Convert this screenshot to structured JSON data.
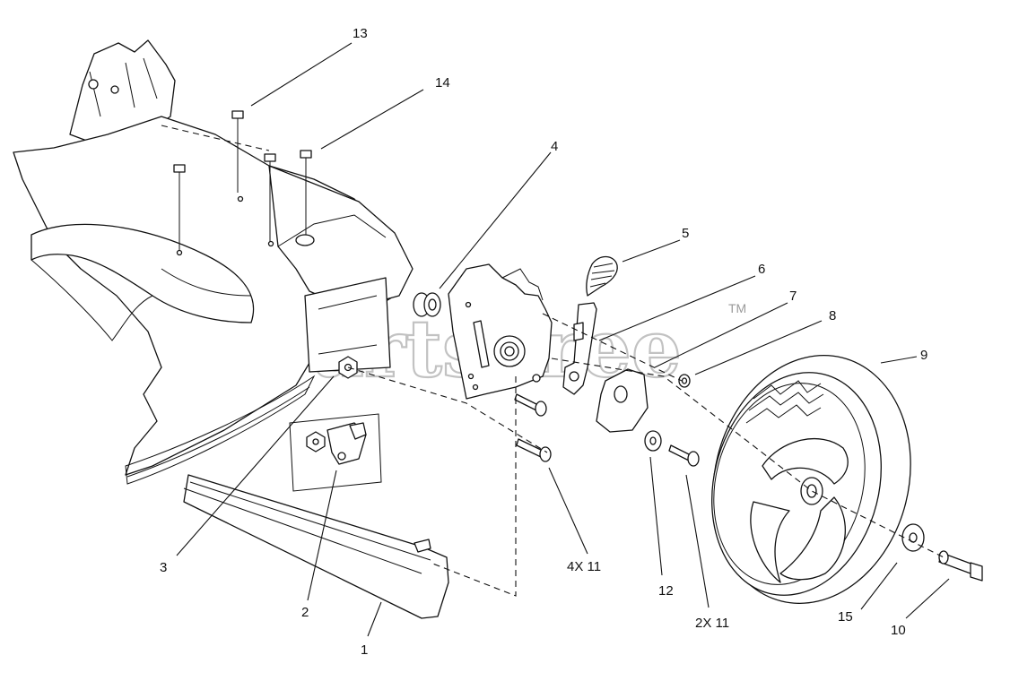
{
  "watermark": {
    "text": "PartsTree",
    "trademark": "TM"
  },
  "callouts": [
    {
      "id": "1",
      "label": "1"
    },
    {
      "id": "2",
      "label": "2"
    },
    {
      "id": "3",
      "label": "3"
    },
    {
      "id": "4",
      "label": "4"
    },
    {
      "id": "5",
      "label": "5"
    },
    {
      "id": "6",
      "label": "6"
    },
    {
      "id": "7",
      "label": "7"
    },
    {
      "id": "8",
      "label": "8"
    },
    {
      "id": "9",
      "label": "9"
    },
    {
      "id": "10",
      "label": "10"
    },
    {
      "id": "4x11",
      "label": "4X 11"
    },
    {
      "id": "12",
      "label": "12"
    },
    {
      "id": "2x11",
      "label": "2X 11"
    },
    {
      "id": "13",
      "label": "13"
    },
    {
      "id": "14",
      "label": "14"
    },
    {
      "id": "15",
      "label": "15"
    }
  ]
}
